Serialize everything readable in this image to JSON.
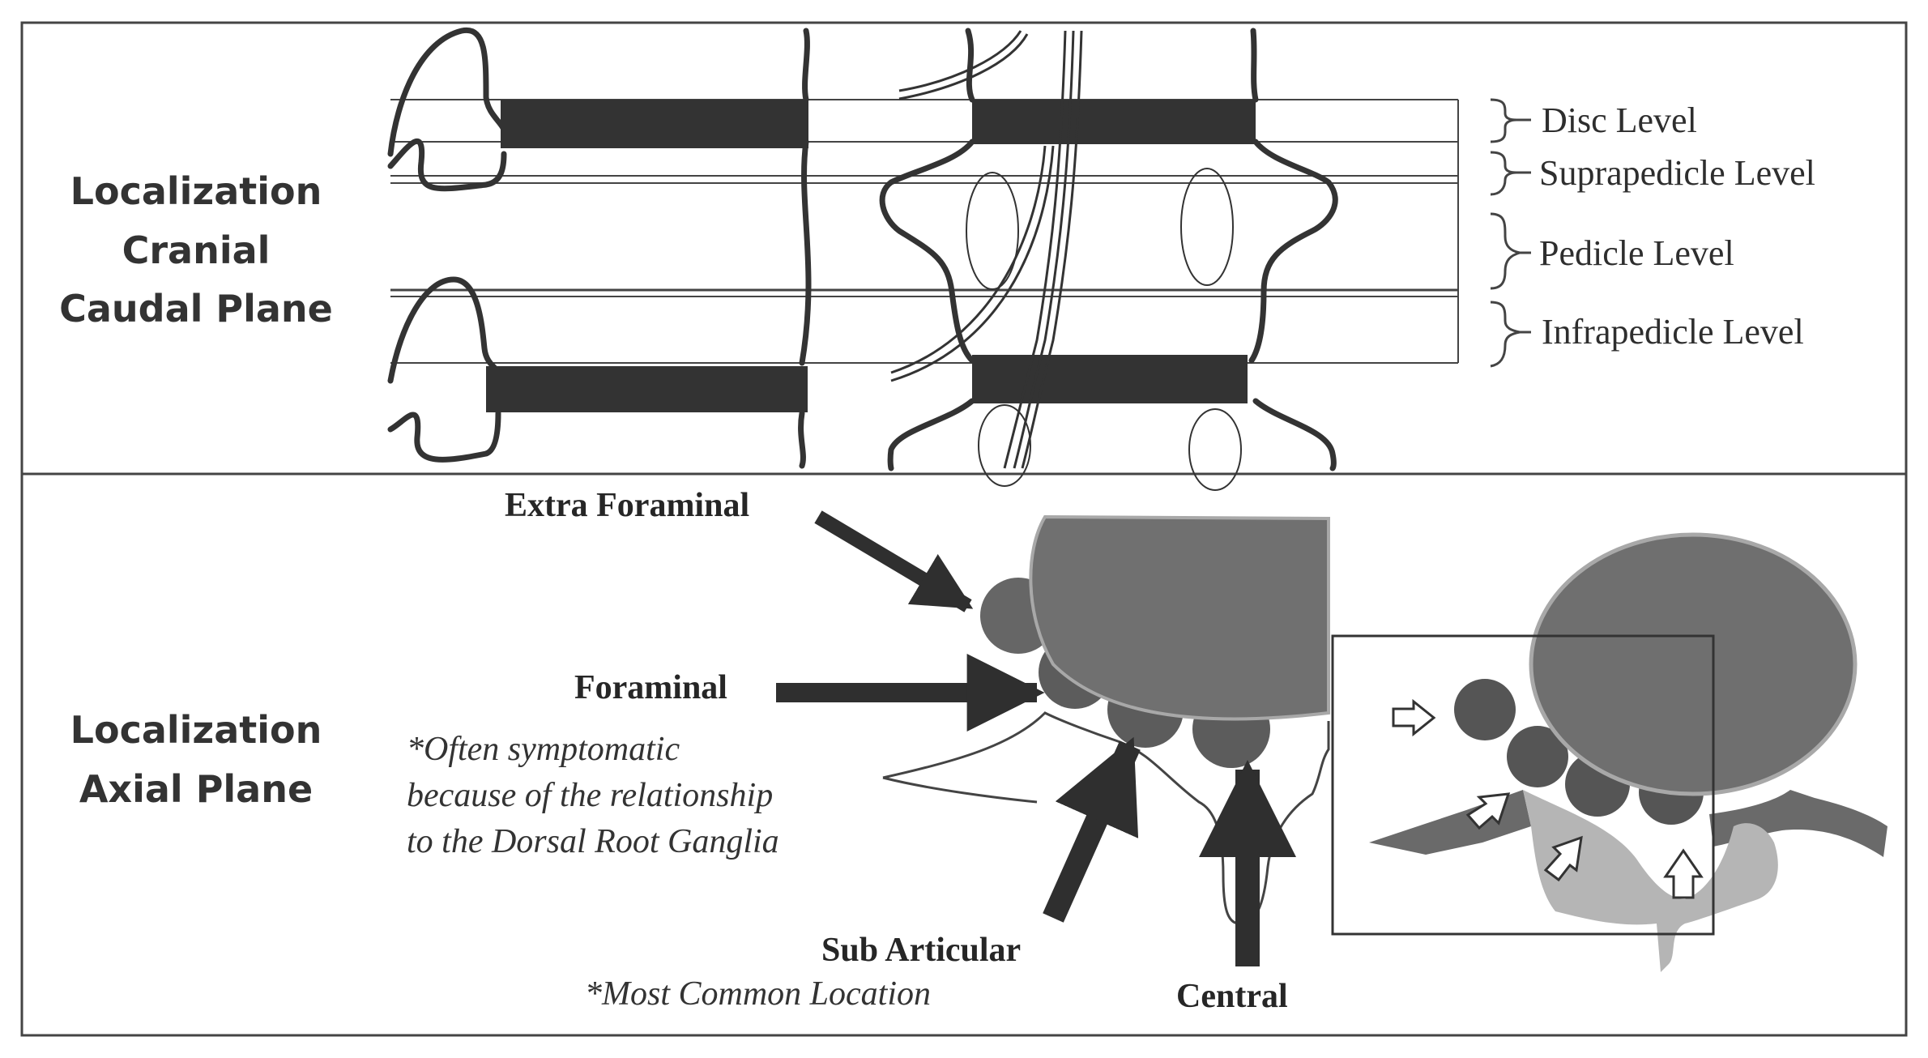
{
  "top_panel": {
    "title_lines": [
      "Localization",
      "Cranial",
      "Caudal Plane"
    ],
    "levels": [
      {
        "label": "Disc Level"
      },
      {
        "label": "Suprapedicle Level"
      },
      {
        "label": "Pedicle Level"
      },
      {
        "label": "Infrapedicle Level"
      }
    ]
  },
  "bottom_panel": {
    "title_lines": [
      "Localization",
      "Axial Plane"
    ],
    "labels": {
      "extra_foraminal": "Extra Foraminal",
      "foraminal": "Foraminal",
      "foraminal_note": [
        "*Often symptomatic",
        "because of the relationship",
        "to the Dorsal Root Ganglia"
      ],
      "sub_articular": "Sub Articular",
      "sub_articular_note": "*Most Common Location",
      "central": "Central"
    }
  },
  "colors": {
    "outline": "#333333",
    "disc_dark": "#3a3a3a",
    "vertebral_body": "#6f6f6f",
    "herniation_dark": "#555555",
    "bone_light": "#b5b5b5",
    "facet": "#6a6a6a"
  }
}
